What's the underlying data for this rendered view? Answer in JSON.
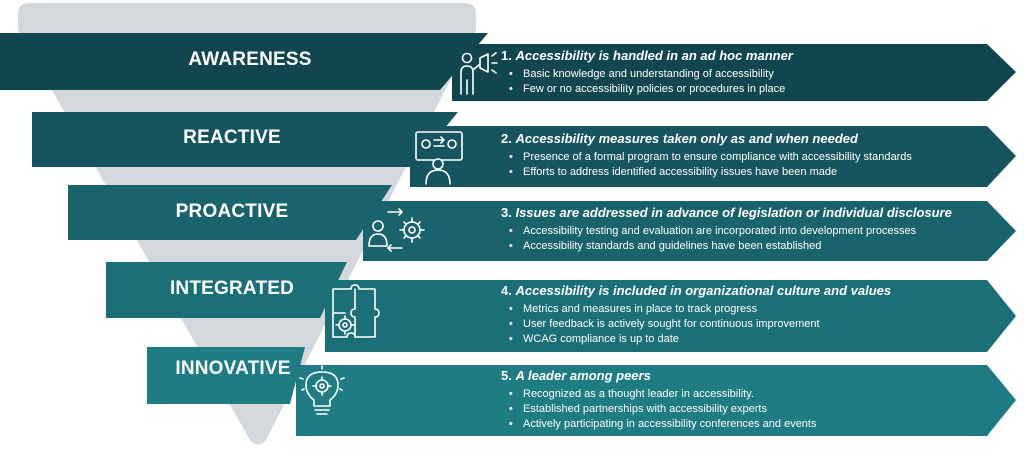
{
  "levels": [
    {
      "label": "AWARENESS",
      "number": "1.",
      "title": "Accessibility is handled in an ad hoc manner",
      "bullets": [
        "Basic knowledge and understanding of accessibility",
        "Few or no accessibility policies or procedures in place"
      ],
      "icon": "megaphone-person-icon"
    },
    {
      "label": "REACTIVE",
      "number": "2.",
      "title": "Accessibility measures taken only as and when needed",
      "bullets": [
        "Presence of a formal program to ensure compliance with accessibility standards",
        "Efforts to address identified accessibility issues have been made"
      ],
      "icon": "person-presentation-icon"
    },
    {
      "label": "PROACTIVE",
      "number": "3.",
      "title": "Issues are addressed in advance of legislation or individual disclosure",
      "bullets": [
        "Accessibility testing and evaluation are incorporated into development processes",
        "Accessibility standards and guidelines have been established"
      ],
      "icon": "person-gear-icon"
    },
    {
      "label": "INTEGRATED",
      "number": "4.",
      "title": "Accessibility is included in organizational culture and values",
      "bullets": [
        "Metrics and measures in place to track progress",
        "User feedback is actively sought for continuous improvement",
        "WCAG compliance is up to date"
      ],
      "icon": "puzzle-gear-icon"
    },
    {
      "label": "INNOVATIVE",
      "number": "5.",
      "title": "A leader among peers",
      "bullets": [
        "Recognized as a thought leader in accessibility.",
        "Established partnerships with accessibility experts",
        "Actively participating in accessibility conferences and events"
      ],
      "icon": "lightbulb-gear-icon"
    }
  ],
  "colors": {
    "funnel": "#d3d8dd",
    "band_1": "#12464f",
    "band_2": "#16555f",
    "band_3": "#19636c",
    "band_4": "#1b7077",
    "band_5": "#1e7c82",
    "arrow_1": "#12464f",
    "arrow_2": "#16555f",
    "arrow_3": "#19636c",
    "arrow_4": "#1b7077",
    "arrow_5": "#1e7c82",
    "text": "#ffffff"
  }
}
